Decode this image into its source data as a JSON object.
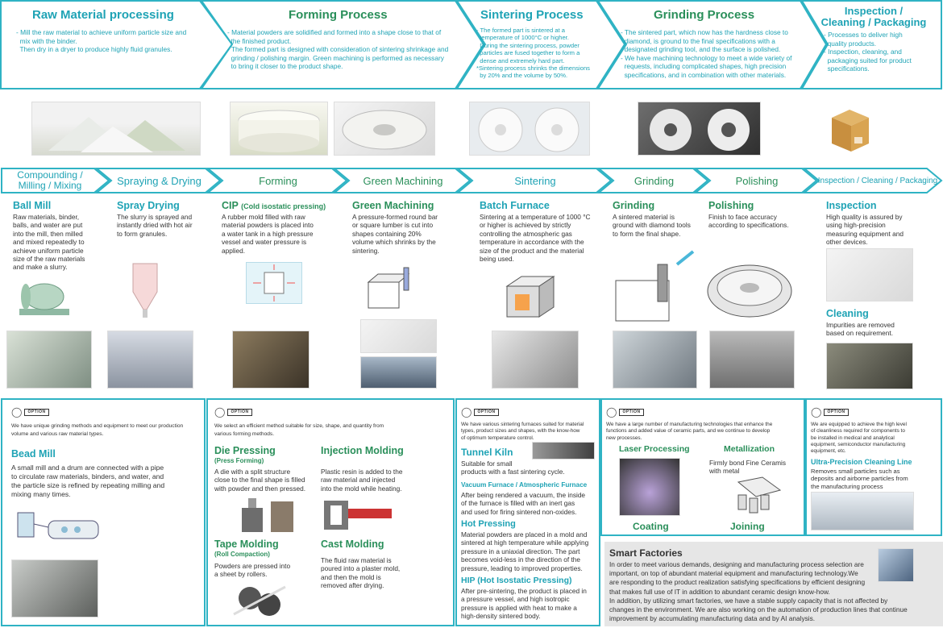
{
  "top": [
    {
      "title": "Raw Material processing",
      "lines": [
        "- Mill the raw material to achieve uniform particle size and",
        "  mix with the binder.",
        "  Then dry in a dryer to produce highly fluid granules."
      ]
    },
    {
      "title": "Forming Process",
      "lines": [
        "- Material powders are solidified and formed into a shape close to that of",
        "  the finished product.",
        "- The formed part is designed with consideration of sintering shrinkage and",
        "  grinding / polishing margin. Green machining is performed as necessary",
        "  to bring it closer to the product shape."
      ]
    },
    {
      "title": "Sintering Process",
      "lines": [
        "- The formed part is sintered at a",
        "  temperature of 1000°C or higher.",
        "  During the sintering process, powder",
        "  particles are fused together to form a",
        "  dense and extremely hard part.",
        "*Sintering process shrinks the dimensions",
        "  by 20% and the volume by 50%."
      ]
    },
    {
      "title": "Grinding Process",
      "lines": [
        "- The sintered part, which now has the hardness close to",
        "  diamond, is ground to the final specifications with a",
        "  designated grinding tool, and the surface is polished.",
        "- We have machining technology to meet a wide variety of",
        "  requests, including complicated shapes, high precision",
        "  specifications, and in combination with other materials."
      ]
    },
    {
      "title1": "Inspection /",
      "title2": "Cleaning / Packaging",
      "lines": [
        "- Processes to deliver high",
        "  quality products.",
        "- Inspection, cleaning, and",
        "  packaging suited for product",
        "  specifications."
      ]
    }
  ],
  "steps": [
    {
      "l1": "Compounding /",
      "l2": "Milling / Mixing"
    },
    {
      "l1": "Spraying & Drying"
    },
    {
      "l1": "Forming"
    },
    {
      "l1": "Green Machining"
    },
    {
      "l1": "Sintering"
    },
    {
      "l1": "Grinding"
    },
    {
      "l1": "Polishing"
    },
    {
      "l1": "Inspection / Cleaning / Packaging"
    }
  ],
  "mid": [
    {
      "title": "Ball Mill",
      "lines": [
        "Raw materials, binder,",
        "balls, and water are put",
        "into the mill, then milled",
        "and mixed repeatedly to",
        "achieve uniform particle",
        "size of the raw materials",
        "and make a slurry."
      ]
    },
    {
      "title": "Spray Drying",
      "lines": [
        "The slurry is sprayed and",
        "instantly dried with hot air",
        "to form granules."
      ]
    },
    {
      "title": "CIP",
      "title_small": "(Cold isostatic pressing)",
      "lines": [
        "A rubber mold filled with raw",
        "material powders is placed into",
        "a water tank in a high pressure",
        "vessel and water pressure is",
        "applied."
      ]
    },
    {
      "title": "Green Machining",
      "lines": [
        "A pressure-formed round bar",
        "or square lumber is cut into",
        "shapes containing 20%",
        "volume which shrinks by the",
        "sintering."
      ]
    },
    {
      "title": "Batch Furnace",
      "lines": [
        "Sintering at a temperature of 1000 °C",
        "or higher is achieved by strictly",
        "controlling the atmospheric gas",
        "temperature in accordance with the",
        "size of the product and the material",
        "being used."
      ]
    },
    {
      "title": "Grinding",
      "lines": [
        "A sintered material is",
        "ground with diamond tools",
        "to form the final shape."
      ]
    },
    {
      "title": "Polishing",
      "lines": [
        "Finish to face accuracy",
        "according to specifications."
      ]
    },
    {
      "title": "Inspection",
      "lines": [
        "High quality is assured by",
        "using high-precision",
        "measuring equipment and",
        "other devices."
      ]
    },
    {
      "title": "Cleaning",
      "lines": [
        "Impurities are removed",
        "based on requirement."
      ]
    }
  ],
  "option_tag": "OPTION",
  "opt1": {
    "intro": [
      "We have unique grinding methods and equipment to meet our production",
      "volume and various raw material types."
    ],
    "title": "Bead Mill",
    "lines": [
      "A small mill and a drum are connected with a pipe",
      "to circulate raw materials, binders, and water, and",
      "the particle size is refined by repeating milling and",
      "mixing many times."
    ]
  },
  "opt2": {
    "intro": [
      "We select an efficient method suitable for size, shape, and quantity from",
      "various forming methods."
    ],
    "die": {
      "title": "Die Pressing",
      "sub": "(Press Forming)",
      "lines": [
        "A die with a split structure",
        "close to the final shape is filled",
        "with powder and then pressed."
      ]
    },
    "inj": {
      "title": "Injection Molding",
      "lines": [
        "Plastic resin is added to the",
        "raw material and injected",
        "into the mold while heating."
      ]
    },
    "tape": {
      "title": "Tape Molding",
      "sub": "(Roll Compaction)",
      "lines": [
        "Powders are pressed into",
        "a sheet by rollers."
      ]
    },
    "cast": {
      "title": "Cast Molding",
      "lines": [
        "The fluid raw material is",
        "poured into a plaster mold,",
        "and then the mold is",
        "removed after drying."
      ]
    }
  },
  "opt3": {
    "intro": [
      "We have various sintering furnaces suited for material",
      "types, product sizes and shapes, with the know-how",
      "of optimum temperature control."
    ],
    "tunnel": {
      "title": "Tunnel Kiln",
      "lines": [
        "Suitable for small",
        "products with a fast sintering cycle."
      ]
    },
    "vac": {
      "title": "Vacuum Furnace / Atmospheric Furnace",
      "lines": [
        "After being rendered a vacuum, the inside",
        "of the furnace is filled with an inert gas",
        "and used for firing sintered non-oxides."
      ]
    },
    "hot": {
      "title": "Hot Pressing",
      "lines": [
        "Material powders are placed in a mold and",
        "sintered at high temperature while applying",
        "pressure in a uniaxial direction. The part",
        "becomes void-less in the direction of the",
        "pressure, leading to improved properties."
      ]
    },
    "hip": {
      "title": "HIP (Hot Isostatic Pressing)",
      "lines": [
        "After pre-sintering, the product is placed in",
        "a pressure vessel, and high isotropic",
        "pressure is applied with heat to make a",
        "high-density sintered body."
      ]
    }
  },
  "opt4": {
    "intro": [
      "We have a large number of manufacturing technologies that enhance the",
      "functions and added value of ceramic parts, and we continue to develop",
      "new processes."
    ],
    "laser": "Laser Processing",
    "metal": "Metallization",
    "metal_lines": [
      "Firmly bond Fine Ceramis",
      "with metal"
    ],
    "coating": "Coating",
    "joining": "Joining"
  },
  "opt5": {
    "intro": [
      "We are equipped to achieve the high level",
      "of cleanliness required for components to",
      "be installed in medical and analytical",
      "equipment, semiconductor manufacturing",
      "equipment, etc."
    ],
    "title": "Ultra-Precision Cleaning Line",
    "lines": [
      "Removes small particles such as",
      "deposits and airborne particles from",
      "the manufacturing process"
    ]
  },
  "smart": {
    "title": "Smart Factories",
    "lines": [
      "In order to meet various demands, designing and manufacturing process selection are",
      "important, on top of abundant material equipment and manufacturing technology.We",
      "are responding to the product realization satisfying specifications by efficient designing",
      "that makes full use of IT in addition to abundant ceramic design know-how.",
      "In addition, by utilizing smart factories, we have a stable supply capacity that is not affected by",
      "changes in the environment. We are also working on the automation of production lines that continue",
      "improvement by accumulating manufacturing data and by AI analysis."
    ]
  }
}
